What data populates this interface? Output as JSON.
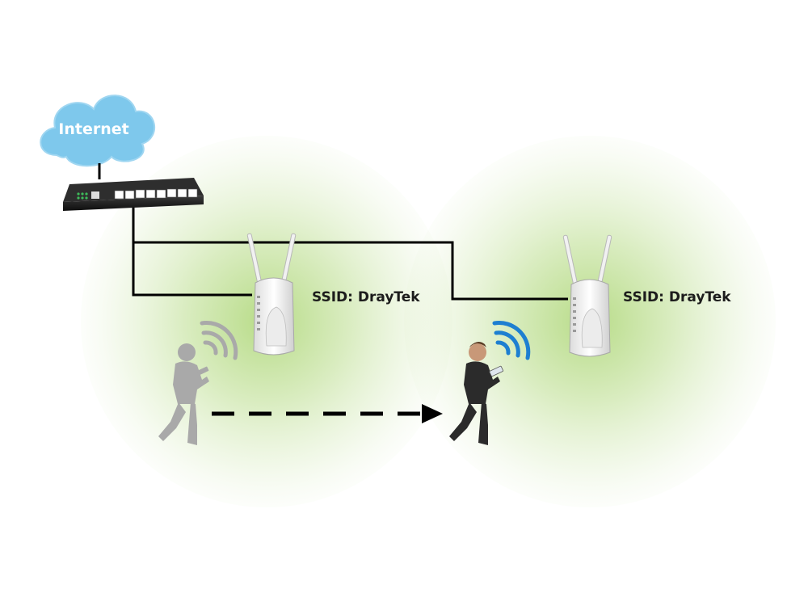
{
  "internet": {
    "label": "Internet",
    "icon": "cloud-icon"
  },
  "router": {
    "icon": "router-icon",
    "lan_ports": 8
  },
  "access_points": [
    {
      "ssid_label": "SSID: DrayTek",
      "icon": "access-point-icon"
    },
    {
      "ssid_label": "SSID: DrayTek",
      "icon": "access-point-icon"
    }
  ],
  "users": [
    {
      "state": "previous-position",
      "color": "#a9a9a9",
      "wifi_color": "#a9a9a9"
    },
    {
      "state": "current-position",
      "color": "#2b2b2b",
      "wifi_color": "#1e7fd1"
    }
  ],
  "movement_arrow": {
    "style": "dashed",
    "direction": "right",
    "color": "#000000"
  },
  "colors": {
    "coverage": "#8cc63f",
    "cloud": "#7ec8ec",
    "cable": "#000000",
    "wifi_active": "#1e7fd1",
    "wifi_inactive": "#a9a9a9"
  }
}
